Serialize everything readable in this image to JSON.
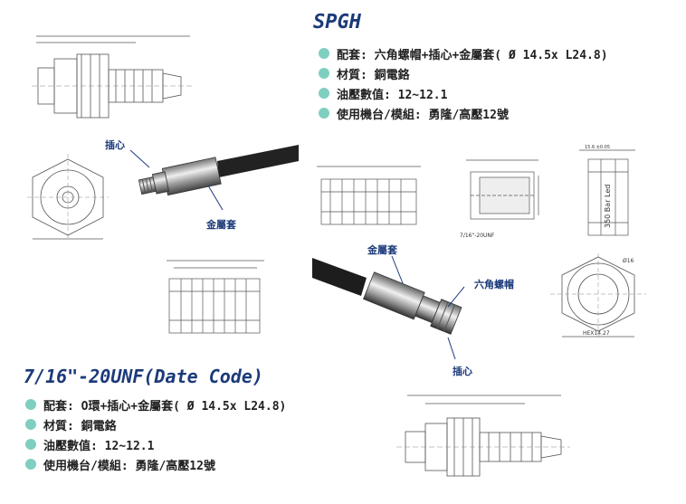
{
  "top_section": {
    "title": "SPGH",
    "specs": [
      "配套: 六角螺帽+插心+金屬套( Ø 14.5x L24.8)",
      "材質: 銅電鉻",
      "油壓數值: 12~12.1",
      "使用機台/模組: 勇隆/高壓12號"
    ]
  },
  "bottom_section": {
    "title": "7/16\"-20UNF(Date Code)",
    "specs": [
      "配套: O環+插心+金屬套( Ø 14.5x L24.8)",
      "材質: 銅電鉻",
      "油壓數值: 12~12.1",
      "使用機台/模組: 勇隆/高壓12號"
    ]
  },
  "callouts": {
    "insert_core_top": "插心",
    "metal_sleeve_top": "金屬套",
    "metal_sleeve_mid": "金屬套",
    "hex_nut": "六角螺帽",
    "insert_core_bottom": "插心"
  },
  "drawing_labels": {
    "thread_spec": "7/16\"-20UNF",
    "hex_size": "HEX14.27",
    "bar_marking": "350 Bar Led",
    "diameter_16": "Ø16",
    "dim_15_6": "15.6 ±0.05"
  },
  "colors": {
    "title": "#1b3a7a",
    "bullet": "#7fcfc0",
    "callout": "#1b3a7a",
    "drawing_line": "#555555"
  },
  "icons": [
    "bullet-dot-icon"
  ]
}
